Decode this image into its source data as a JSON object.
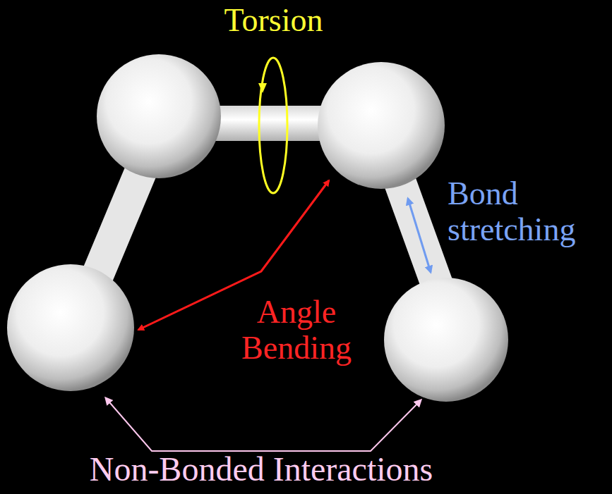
{
  "diagram": {
    "labels": [
      "Torsion",
      "Bond stretching",
      "Angle Bending",
      "Non-Bonded Interactions"
    ]
  }
}
